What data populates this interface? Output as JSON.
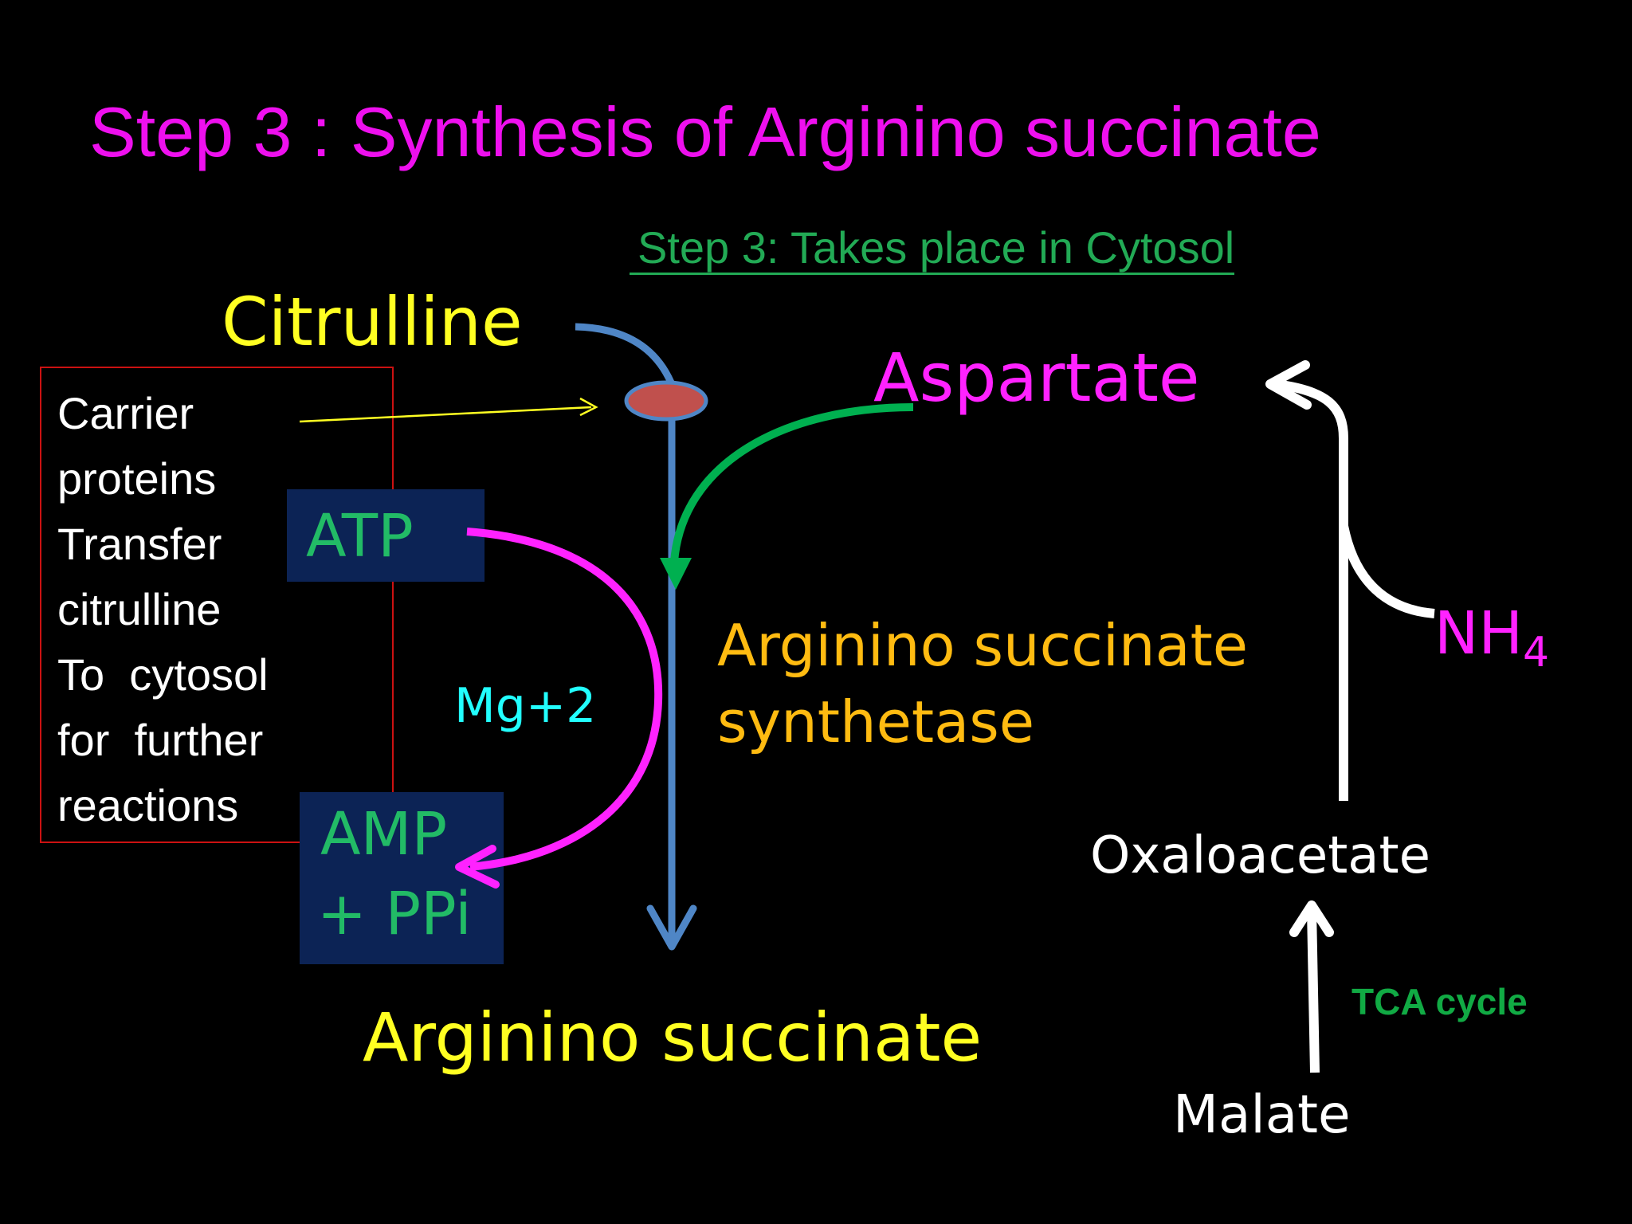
{
  "title": "Step 3 : Synthesis  of  Arginino succinate",
  "subtitle": "Step 3: Takes place  in  Cytosol",
  "nodes": {
    "citrulline": "Citrulline",
    "aspartate": "Aspartate",
    "atp": "ATP",
    "mg": "Mg+2",
    "amp_line1": "AMP",
    "amp_line2": "+  PPi",
    "enzyme_line1": "Arginino succinate",
    "enzyme_line2": "synthetase",
    "product": "Arginino succinate",
    "nh4_base": "NH",
    "nh4_sub": "4",
    "oxaloacetate": "Oxaloacetate",
    "malate": "Malate",
    "tca": "TCA cycle"
  },
  "note": {
    "text": "Carrier\nproteins\nTransfer\ncitrulline\nTo  cytosol\nfor  further\nreactions"
  },
  "colors": {
    "title": "#ee10ee",
    "subtitle": "#22aa55",
    "yellow": "#ffff22",
    "magenta": "#ff22ff",
    "green_text": "#22aa55",
    "atp_text": "#22bb66",
    "cyan": "#22ffff",
    "orange": "#ffbb11",
    "white": "#ffffff",
    "tca": "#11aa44",
    "blue_line": "#4f86c6",
    "carrier_fill": "#c0504d",
    "green_arrow": "#00b050",
    "box_fill": "#0c2355",
    "note_border": "#cc1111"
  }
}
